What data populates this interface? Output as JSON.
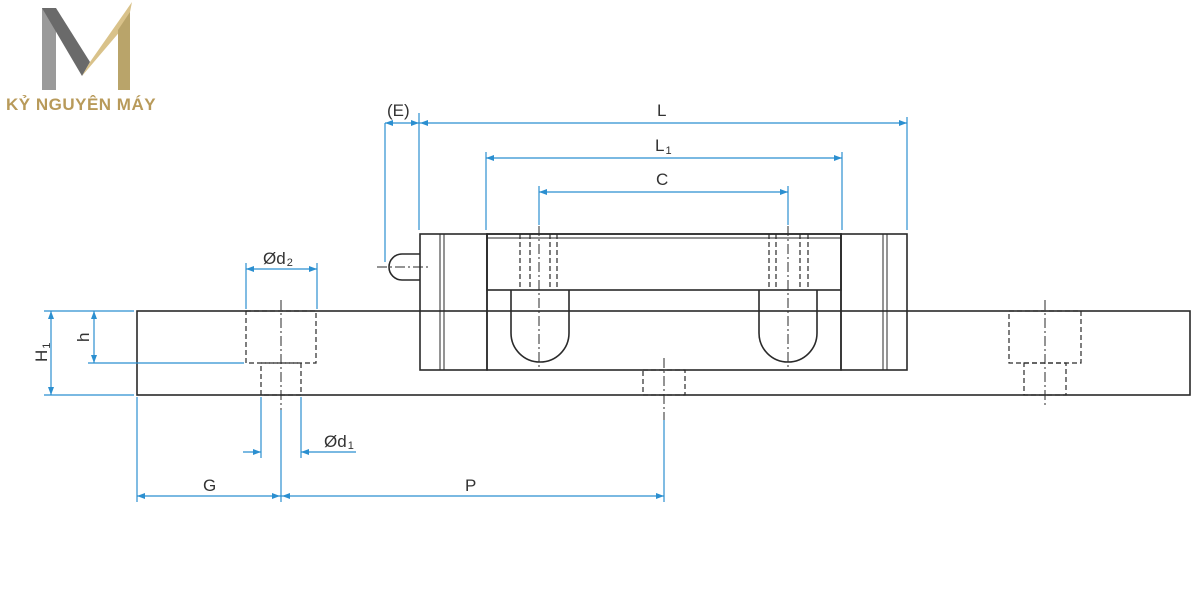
{
  "brand": {
    "name": "KỶ NGUYÊN MÁY",
    "text_color": "#b89a5a",
    "logo_colors": [
      "#d9c28a",
      "#8f8f8f",
      "#5a5a5a"
    ]
  },
  "labels": {
    "E": "(E)",
    "L": "L",
    "L1_main": "L",
    "L1_sub": "1",
    "C": "C",
    "d2_main": "Ød",
    "d2_sub": "2",
    "h": "h",
    "H1_main": "H",
    "H1_sub": "1",
    "d1_main": "Ød",
    "d1_sub": "1",
    "G": "G",
    "P": "P"
  },
  "colors": {
    "dimension": "#2b8fd0",
    "outline": "#2a2a2a"
  }
}
